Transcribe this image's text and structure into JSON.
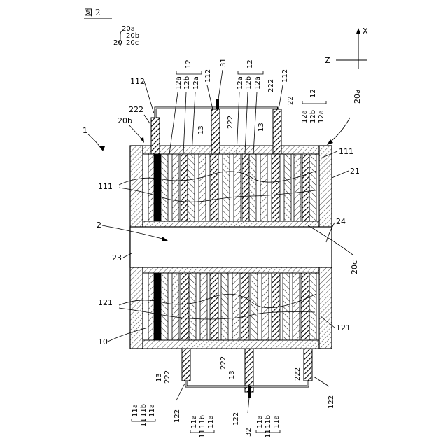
{
  "figure": {
    "title": "図 2"
  },
  "axes": {
    "x_label": "X",
    "z_label": "Z"
  },
  "legend_block": {
    "parent": "20",
    "children": [
      "20a",
      "20b",
      "20c"
    ]
  },
  "labels": {
    "device": "1",
    "lumen": "2",
    "bottom_wire": "10",
    "shell_right": "20a",
    "shell_left": "20b",
    "inner_tube": "20c",
    "shell_side": "21",
    "ref_22a": "22",
    "tab_222_top_left": "222",
    "tab_222_top_mid": "222",
    "tab_222_top_right": "222",
    "tab_222_bot_left": "222",
    "tab_222_bot_mid": "222",
    "tab_222_bot_right": "222",
    "end_23": "23",
    "end_24": "24",
    "top_bus": "31",
    "bottom_bus": "32",
    "lead_112_a": "112",
    "lead_112_b": "112",
    "lead_112_c": "112",
    "lead_122_a": "122",
    "lead_122_b": "122",
    "lead_122_c": "122",
    "ref_111_left": "111",
    "ref_111_right": "111",
    "ref_121_left": "121",
    "ref_121_right": "121",
    "ref_13_top_a": "13",
    "ref_13_top_b": "13",
    "ref_13_bot_a": "13",
    "ref_13_bot_b": "13"
  },
  "top_groups": [
    {
      "items": [
        "12a",
        "12b",
        "12a"
      ],
      "parent": "12"
    },
    {
      "items": [
        "12a",
        "12b",
        "12a"
      ],
      "parent": "12"
    },
    {
      "items": [
        "12a",
        "12b",
        "12a"
      ],
      "parent": "12"
    }
  ],
  "bottom_groups": [
    {
      "items": [
        "11a",
        "11b",
        "11a"
      ],
      "parent": "11"
    },
    {
      "items": [
        "11a",
        "11b",
        "11a"
      ],
      "parent": "11"
    },
    {
      "items": [
        "11a",
        "11b",
        "11a"
      ],
      "parent": "11"
    }
  ]
}
